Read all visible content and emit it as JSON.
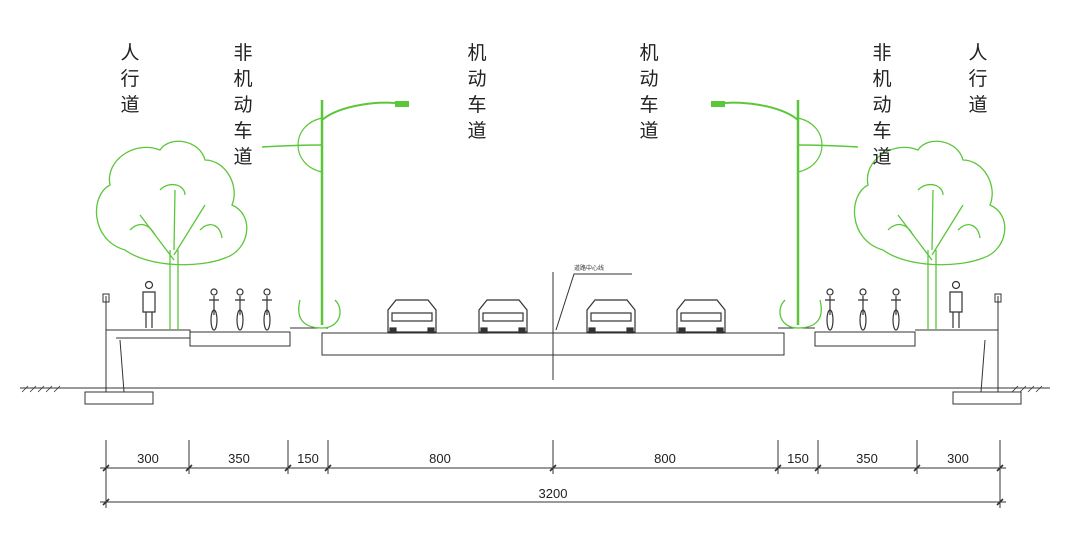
{
  "labels": {
    "sidewalk_left": "人行道",
    "bike_lane_left": "非机动车道",
    "motor_lane_left": "机动车道",
    "motor_lane_right": "机动车道",
    "bike_lane_right": "非机动车道",
    "sidewalk_right": "人行道",
    "centerline_note": "道路中心线"
  },
  "dimensions": {
    "segments": [
      "300",
      "350",
      "150",
      "800",
      "800",
      "150",
      "350",
      "300"
    ],
    "total": "3200"
  },
  "colors": {
    "green": "#5cc63a",
    "line": "#333333"
  }
}
